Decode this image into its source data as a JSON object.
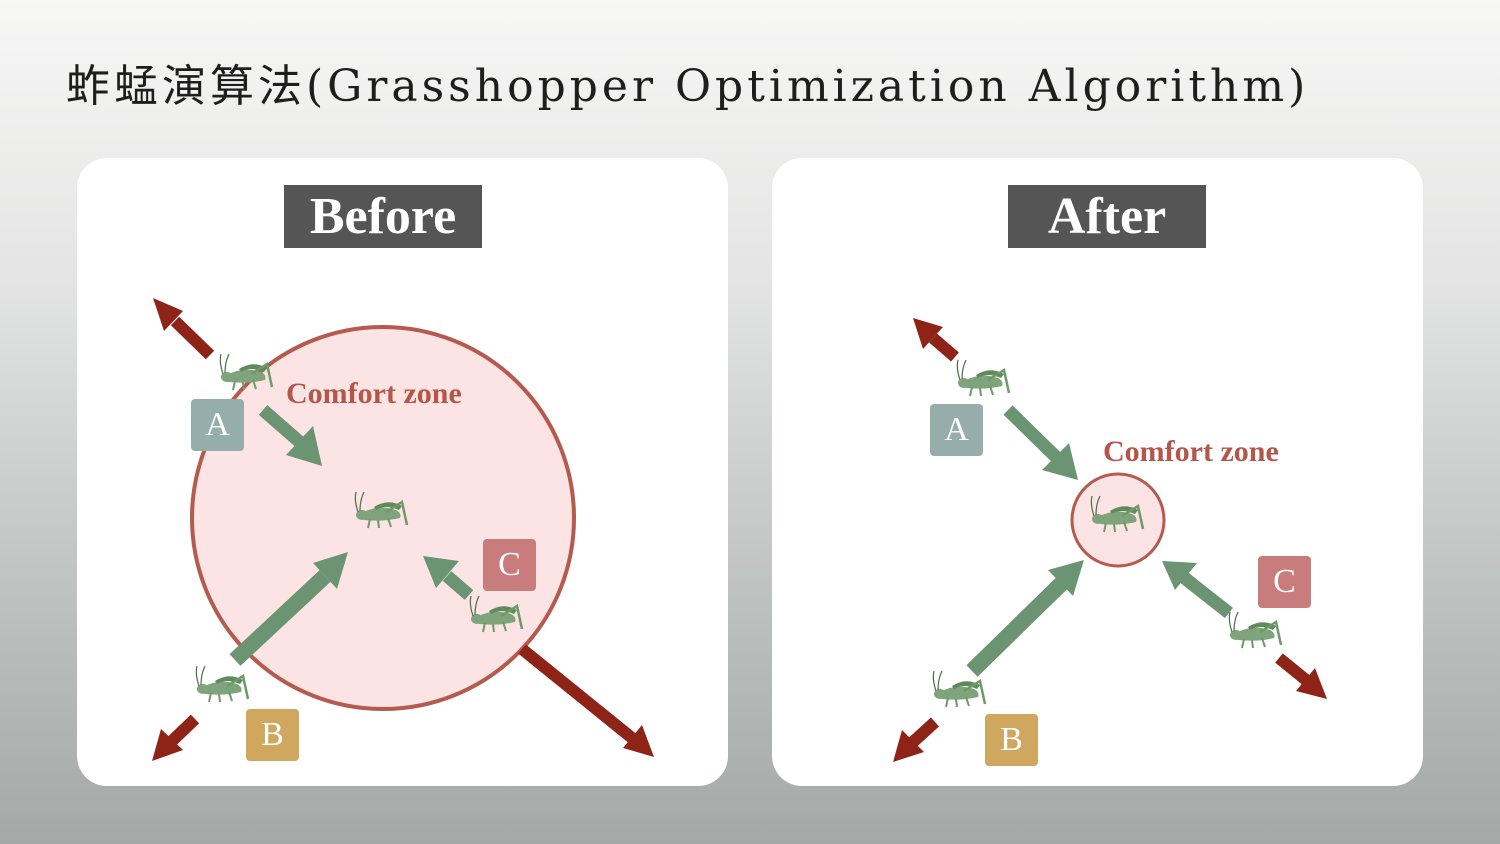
{
  "title": "蚱蜢演算法(Grasshopper Optimization Algorithm)",
  "panels": {
    "before": {
      "heading": "Before",
      "zone_label": "Comfort zone",
      "labels": {
        "a": "A",
        "b": "B",
        "c": "C"
      }
    },
    "after": {
      "heading": "After",
      "zone_label": "Comfort zone",
      "labels": {
        "a": "A",
        "b": "B",
        "c": "C"
      }
    }
  },
  "colors": {
    "zone_fill": "#fde4e4",
    "zone_stroke": "#b55a4e",
    "attraction_arrow": "#6b9473",
    "repulsion_arrow": "#8e2417",
    "grasshopper": "#7fa37a",
    "badge_a": "#95aeab",
    "badge_b": "#d0a75e",
    "badge_c": "#c97c7c",
    "heading_bg": "#555555"
  },
  "icons": [
    "grasshopper-icon",
    "attraction-arrow",
    "repulsion-arrow"
  ]
}
